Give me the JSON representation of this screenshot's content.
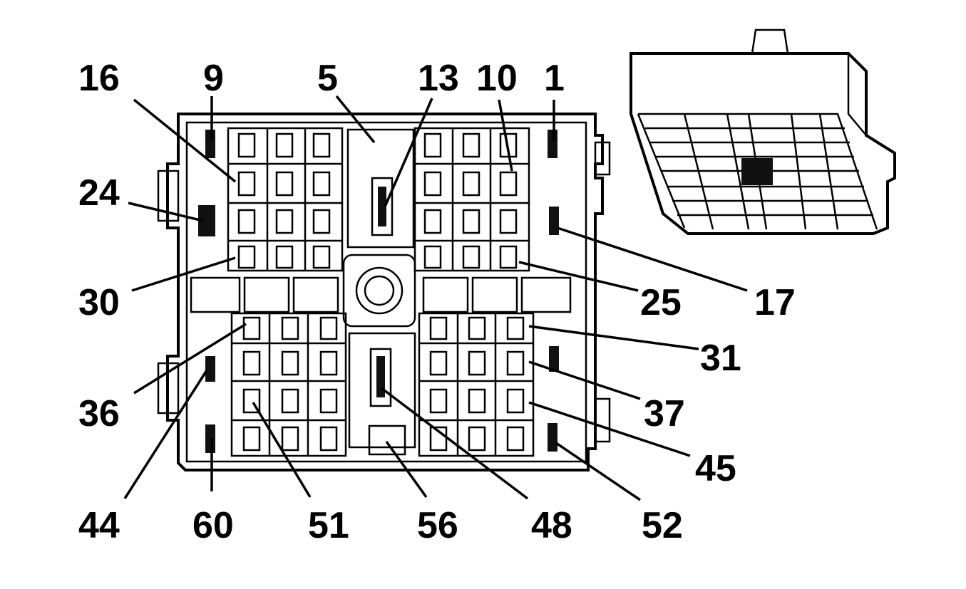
{
  "pin_labels": {
    "p16": "16",
    "p9": "9",
    "p5": "5",
    "p13": "13",
    "p10": "10",
    "p1": "1",
    "p24": "24",
    "p30": "30",
    "p25": "25",
    "p17": "17",
    "p31": "31",
    "p36": "36",
    "p37": "37",
    "p45": "45",
    "p44": "44",
    "p60": "60",
    "p51": "51",
    "p56": "56",
    "p48": "48",
    "p52": "52"
  },
  "colors": {
    "ink": "#000000",
    "paper": "#ffffff",
    "fill": "#111111"
  }
}
